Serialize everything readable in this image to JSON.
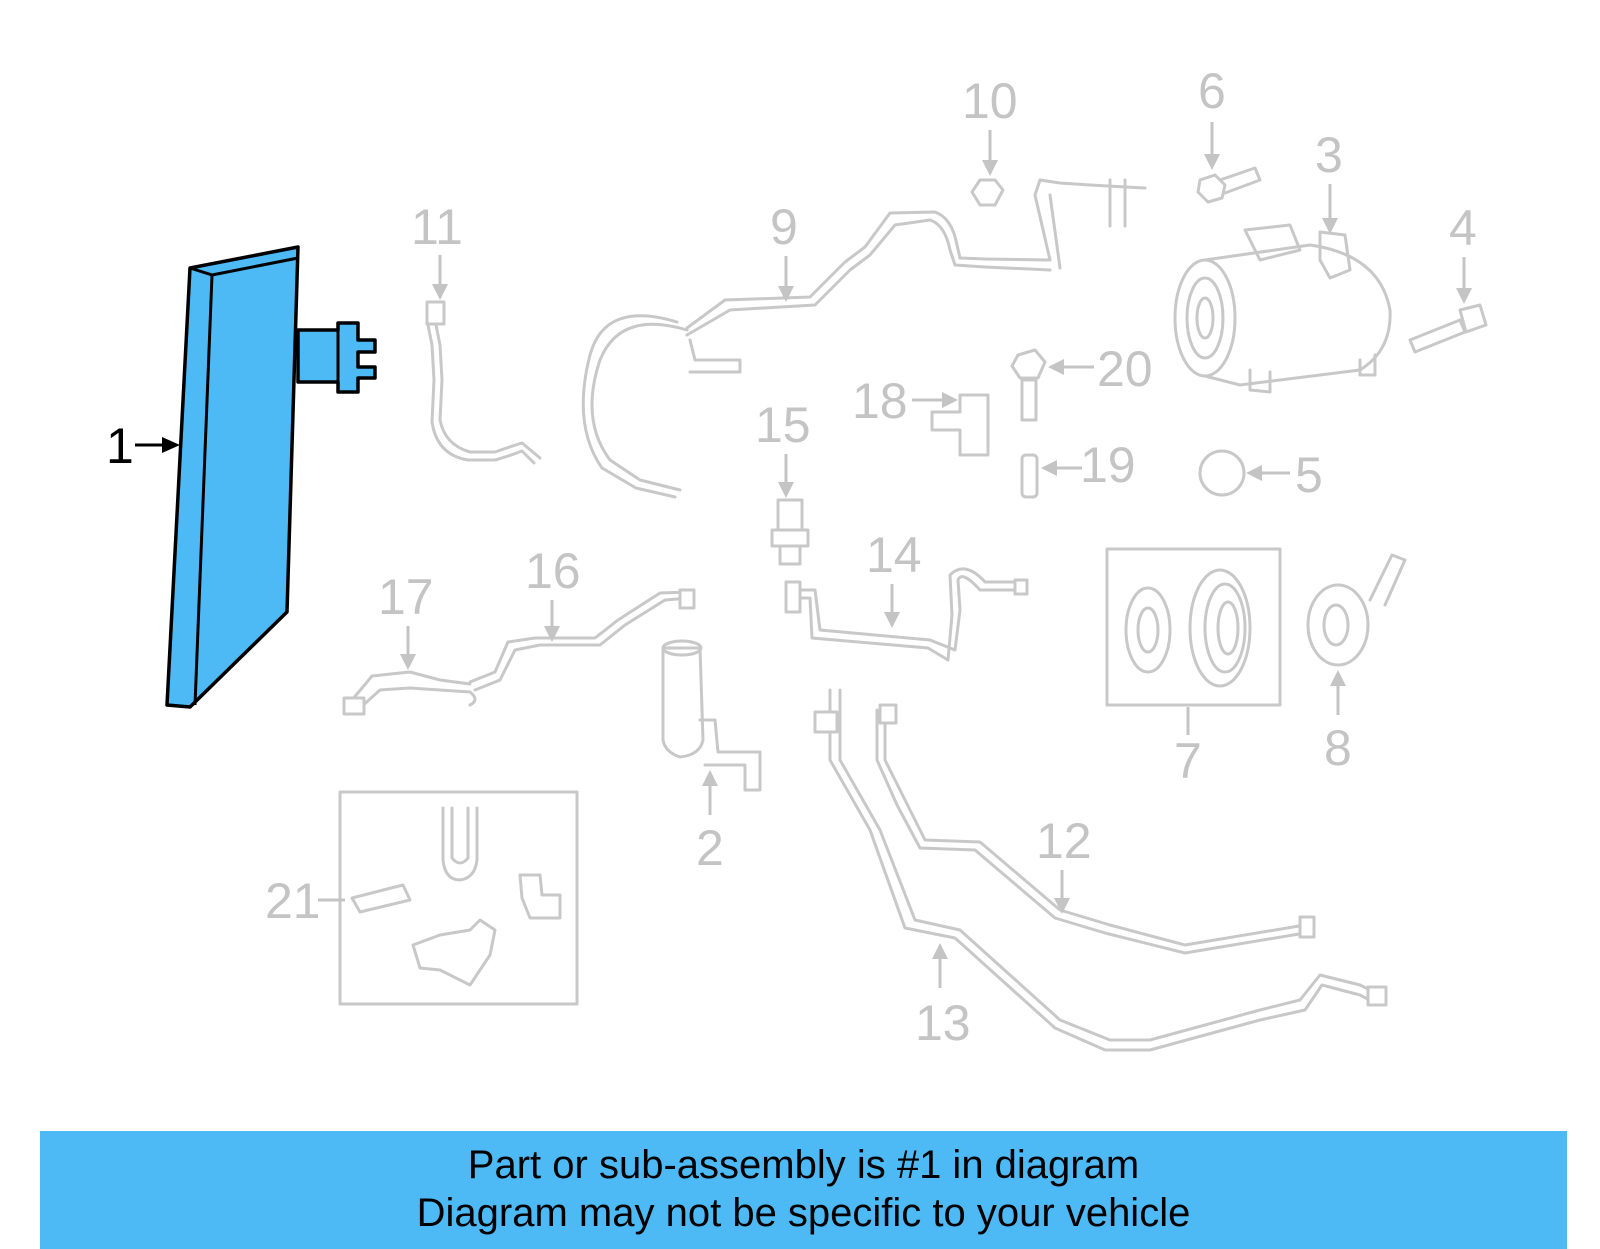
{
  "diagram": {
    "highlighted_part": "1",
    "highlight_color": "#4dbaf5",
    "callouts": [
      "1",
      "2",
      "3",
      "4",
      "5",
      "6",
      "7",
      "8",
      "9",
      "10",
      "11",
      "12",
      "13",
      "14",
      "15",
      "16",
      "17",
      "18",
      "19",
      "20",
      "21"
    ]
  },
  "banner": {
    "line1": "Part or sub-assembly is #1 in diagram",
    "line2": "Diagram may not be specific to your vehicle",
    "background": "#4dbaf5"
  }
}
